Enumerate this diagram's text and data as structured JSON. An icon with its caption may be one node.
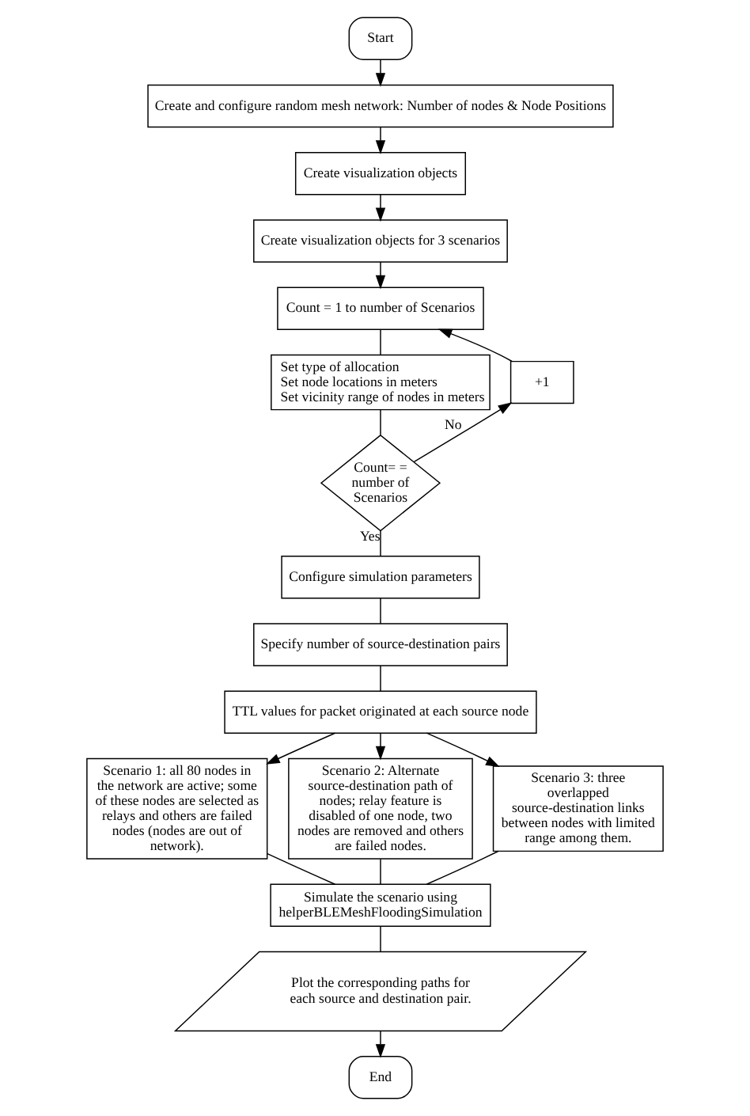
{
  "diagram": {
    "nodes": [
      {
        "text": [
          "Start"
        ]
      },
      {
        "text": [
          "Create and configure random mesh network: Number of nodes & Node Positions"
        ]
      },
      {
        "text": [
          "Create visualization objects"
        ]
      },
      {
        "text": [
          "Create visualization objects for 3 scenarios"
        ]
      },
      {
        "text": [
          "Count = 1 to number of Scenarios"
        ]
      },
      {
        "text": [
          "Set type of allocation",
          "Set node locations in meters",
          "Set vicinity range of nodes in meters"
        ]
      },
      {
        "text": [
          "Count= = number of Scenarios"
        ]
      },
      {
        "text": [
          "+1"
        ]
      },
      {
        "text": [
          "Configure simulation parameters"
        ]
      },
      {
        "text": [
          "Specify number of source-destination pairs"
        ]
      },
      {
        "text": [
          "TTL values for packet originated at each source node"
        ]
      },
      {
        "text": [
          "Scenario 1: all 80 nodes in the network are active; some of these nodes are selected as relays and others are failed nodes (nodes are out of network)."
        ]
      },
      {
        "text": [
          "Scenario 2: Alternate source-destination path of nodes; relay feature is disabled of one node, two nodes are removed and others are failed nodes."
        ]
      },
      {
        "text": [
          "Scenario 3: three overlapped source-destination links between nodes with limited range among them."
        ]
      },
      {
        "text": [
          "Simulate the scenario using helperBLEMeshFloodingSimulation"
        ]
      },
      {
        "text": [
          "Plot the corresponding paths for each source and destination pair."
        ]
      },
      {
        "text": [
          "End"
        ]
      }
    ],
    "edges": [
      {
        "from": 0,
        "to": 1,
        "arrow": "to"
      },
      {
        "from": 1,
        "to": 2,
        "arrow": "to"
      },
      {
        "from": 2,
        "to": 3,
        "arrow": "to"
      },
      {
        "from": 3,
        "to": 4,
        "arrow": "to"
      },
      {
        "from": 4,
        "to": 5,
        "arrow": "none"
      },
      {
        "from": 5,
        "to": 6,
        "arrow": "none"
      },
      {
        "from": 6,
        "to": 7,
        "arrow": "to",
        "label": "No"
      },
      {
        "from": 7,
        "to": 4,
        "arrow": "to"
      },
      {
        "from": 6,
        "to": 8,
        "arrow": "none",
        "label": "Yes"
      },
      {
        "from": 8,
        "to": 9,
        "arrow": "none"
      },
      {
        "from": 9,
        "to": 10,
        "arrow": "none"
      },
      {
        "from": 10,
        "to": 11,
        "arrow": "to"
      },
      {
        "from": 10,
        "to": 12,
        "arrow": "to"
      },
      {
        "from": 10,
        "to": 13,
        "arrow": "to"
      },
      {
        "from": 11,
        "to": 14,
        "arrow": "none"
      },
      {
        "from": 12,
        "to": 14,
        "arrow": "none"
      },
      {
        "from": 13,
        "to": 14,
        "arrow": "none"
      },
      {
        "from": 14,
        "to": 15,
        "arrow": "none"
      },
      {
        "from": 15,
        "to": 16,
        "arrow": "to"
      }
    ]
  }
}
